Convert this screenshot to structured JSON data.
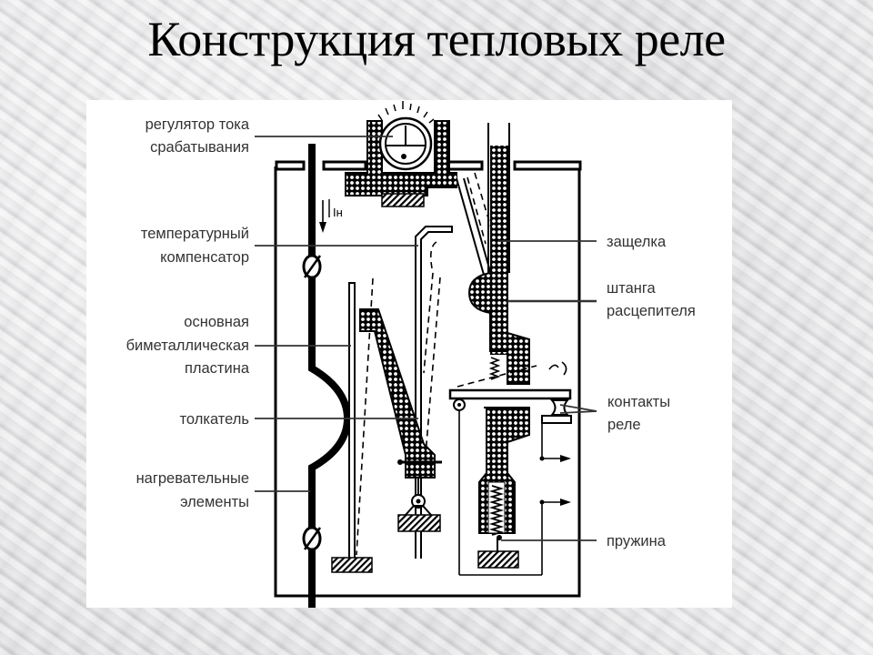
{
  "slide": {
    "title": "Конструкция тепловых реле"
  },
  "diagram": {
    "current_label": "Iн",
    "labels_left": [
      {
        "lines": [
          "регулятор тока",
          "срабатывания"
        ]
      },
      {
        "lines": [
          "температурный",
          "компенсатор"
        ]
      },
      {
        "lines": [
          "основная",
          "биметаллическая",
          "пластина"
        ]
      },
      {
        "lines": [
          "толкатель"
        ]
      },
      {
        "lines": [
          "нагревательные",
          "элементы"
        ]
      }
    ],
    "labels_right": [
      {
        "lines": [
          "защелка"
        ]
      },
      {
        "lines": [
          "штанга",
          "расцепителя"
        ]
      },
      {
        "lines": [
          "контакты",
          "реле"
        ]
      },
      {
        "lines": [
          "пружина"
        ]
      }
    ],
    "colors": {
      "ink": "#000000",
      "label_text": "#333333",
      "leader_line": "#333333",
      "panel": "#ffffff"
    }
  }
}
